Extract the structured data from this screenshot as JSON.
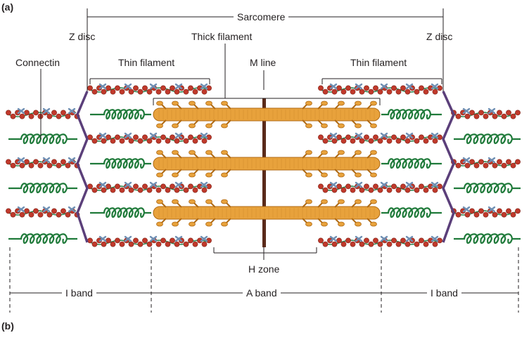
{
  "panel_a": "(a)",
  "panel_b": "(b)",
  "labels": {
    "sarcomere": "Sarcomere",
    "z_disc_left": "Z disc",
    "z_disc_right": "Z disc",
    "thick_filament": "Thick filament",
    "connectin": "Connectin",
    "thin_filament_left": "Thin filament",
    "thin_filament_right": "Thin filament",
    "m_line": "M line",
    "h_zone": "H zone",
    "i_band_left": "I band",
    "a_band": "A band",
    "i_band_right": "I band"
  },
  "colors": {
    "actin": "#c0392b",
    "actin_dark": "#7d1f14",
    "tropomyosin": "#2e8b57",
    "troponin": "#6f8fb3",
    "myosin": "#e8a23c",
    "myosin_dark": "#b06a14",
    "connectin": "#1f7a3a",
    "z_disc": "#5b3f7a",
    "m_line": "#5a2a1a",
    "line": "#231f20"
  }
}
